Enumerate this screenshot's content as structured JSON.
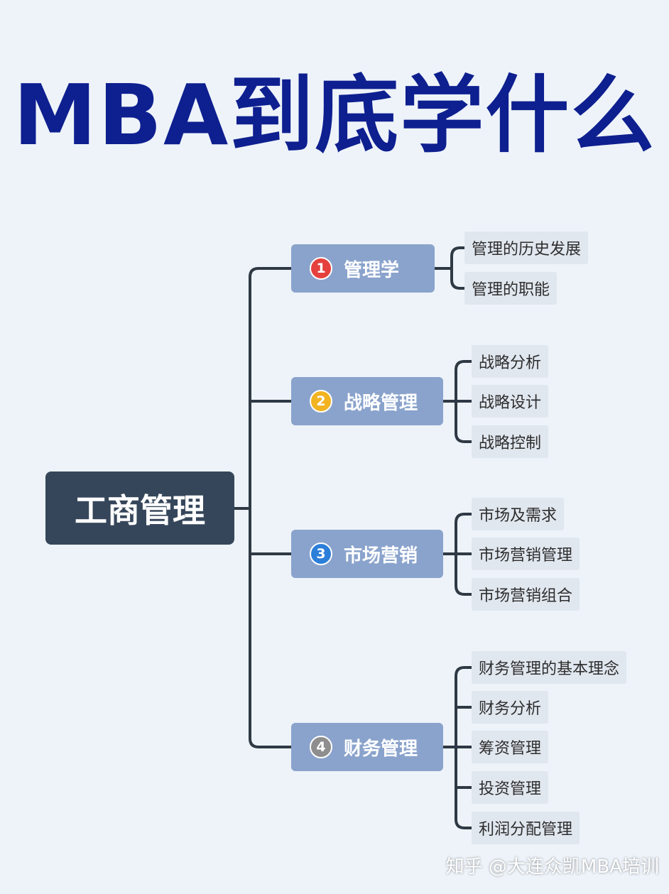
{
  "title": "MBA到底学什么",
  "root": {
    "label": "工商管理"
  },
  "colors": {
    "title": "#0e1f8f",
    "root_bg": "#36465a",
    "branch_bg": "#8aa3cc",
    "leaf_bg": "#e1e7ef",
    "connector": "#2f3944"
  },
  "branches": [
    {
      "badge": "1",
      "badge_color": "#e5403d",
      "label": "管理学",
      "leaves": [
        "管理的历史发展",
        "管理的职能"
      ]
    },
    {
      "badge": "2",
      "badge_color": "#f2b321",
      "label": "战略管理",
      "leaves": [
        "战略分析",
        "战略设计",
        "战略控制"
      ]
    },
    {
      "badge": "3",
      "badge_color": "#2c7fd9",
      "label": "市场营销",
      "leaves": [
        "市场及需求",
        "市场营销管理",
        "市场营销组合"
      ]
    },
    {
      "badge": "4",
      "badge_color": "#8e8e8e",
      "label": "财务管理",
      "leaves": [
        "财务管理的基本理念",
        "财务分析",
        "筹资管理",
        "投资管理",
        "利润分配管理"
      ]
    }
  ],
  "watermark": "知乎 @大连众凯MBA培训"
}
